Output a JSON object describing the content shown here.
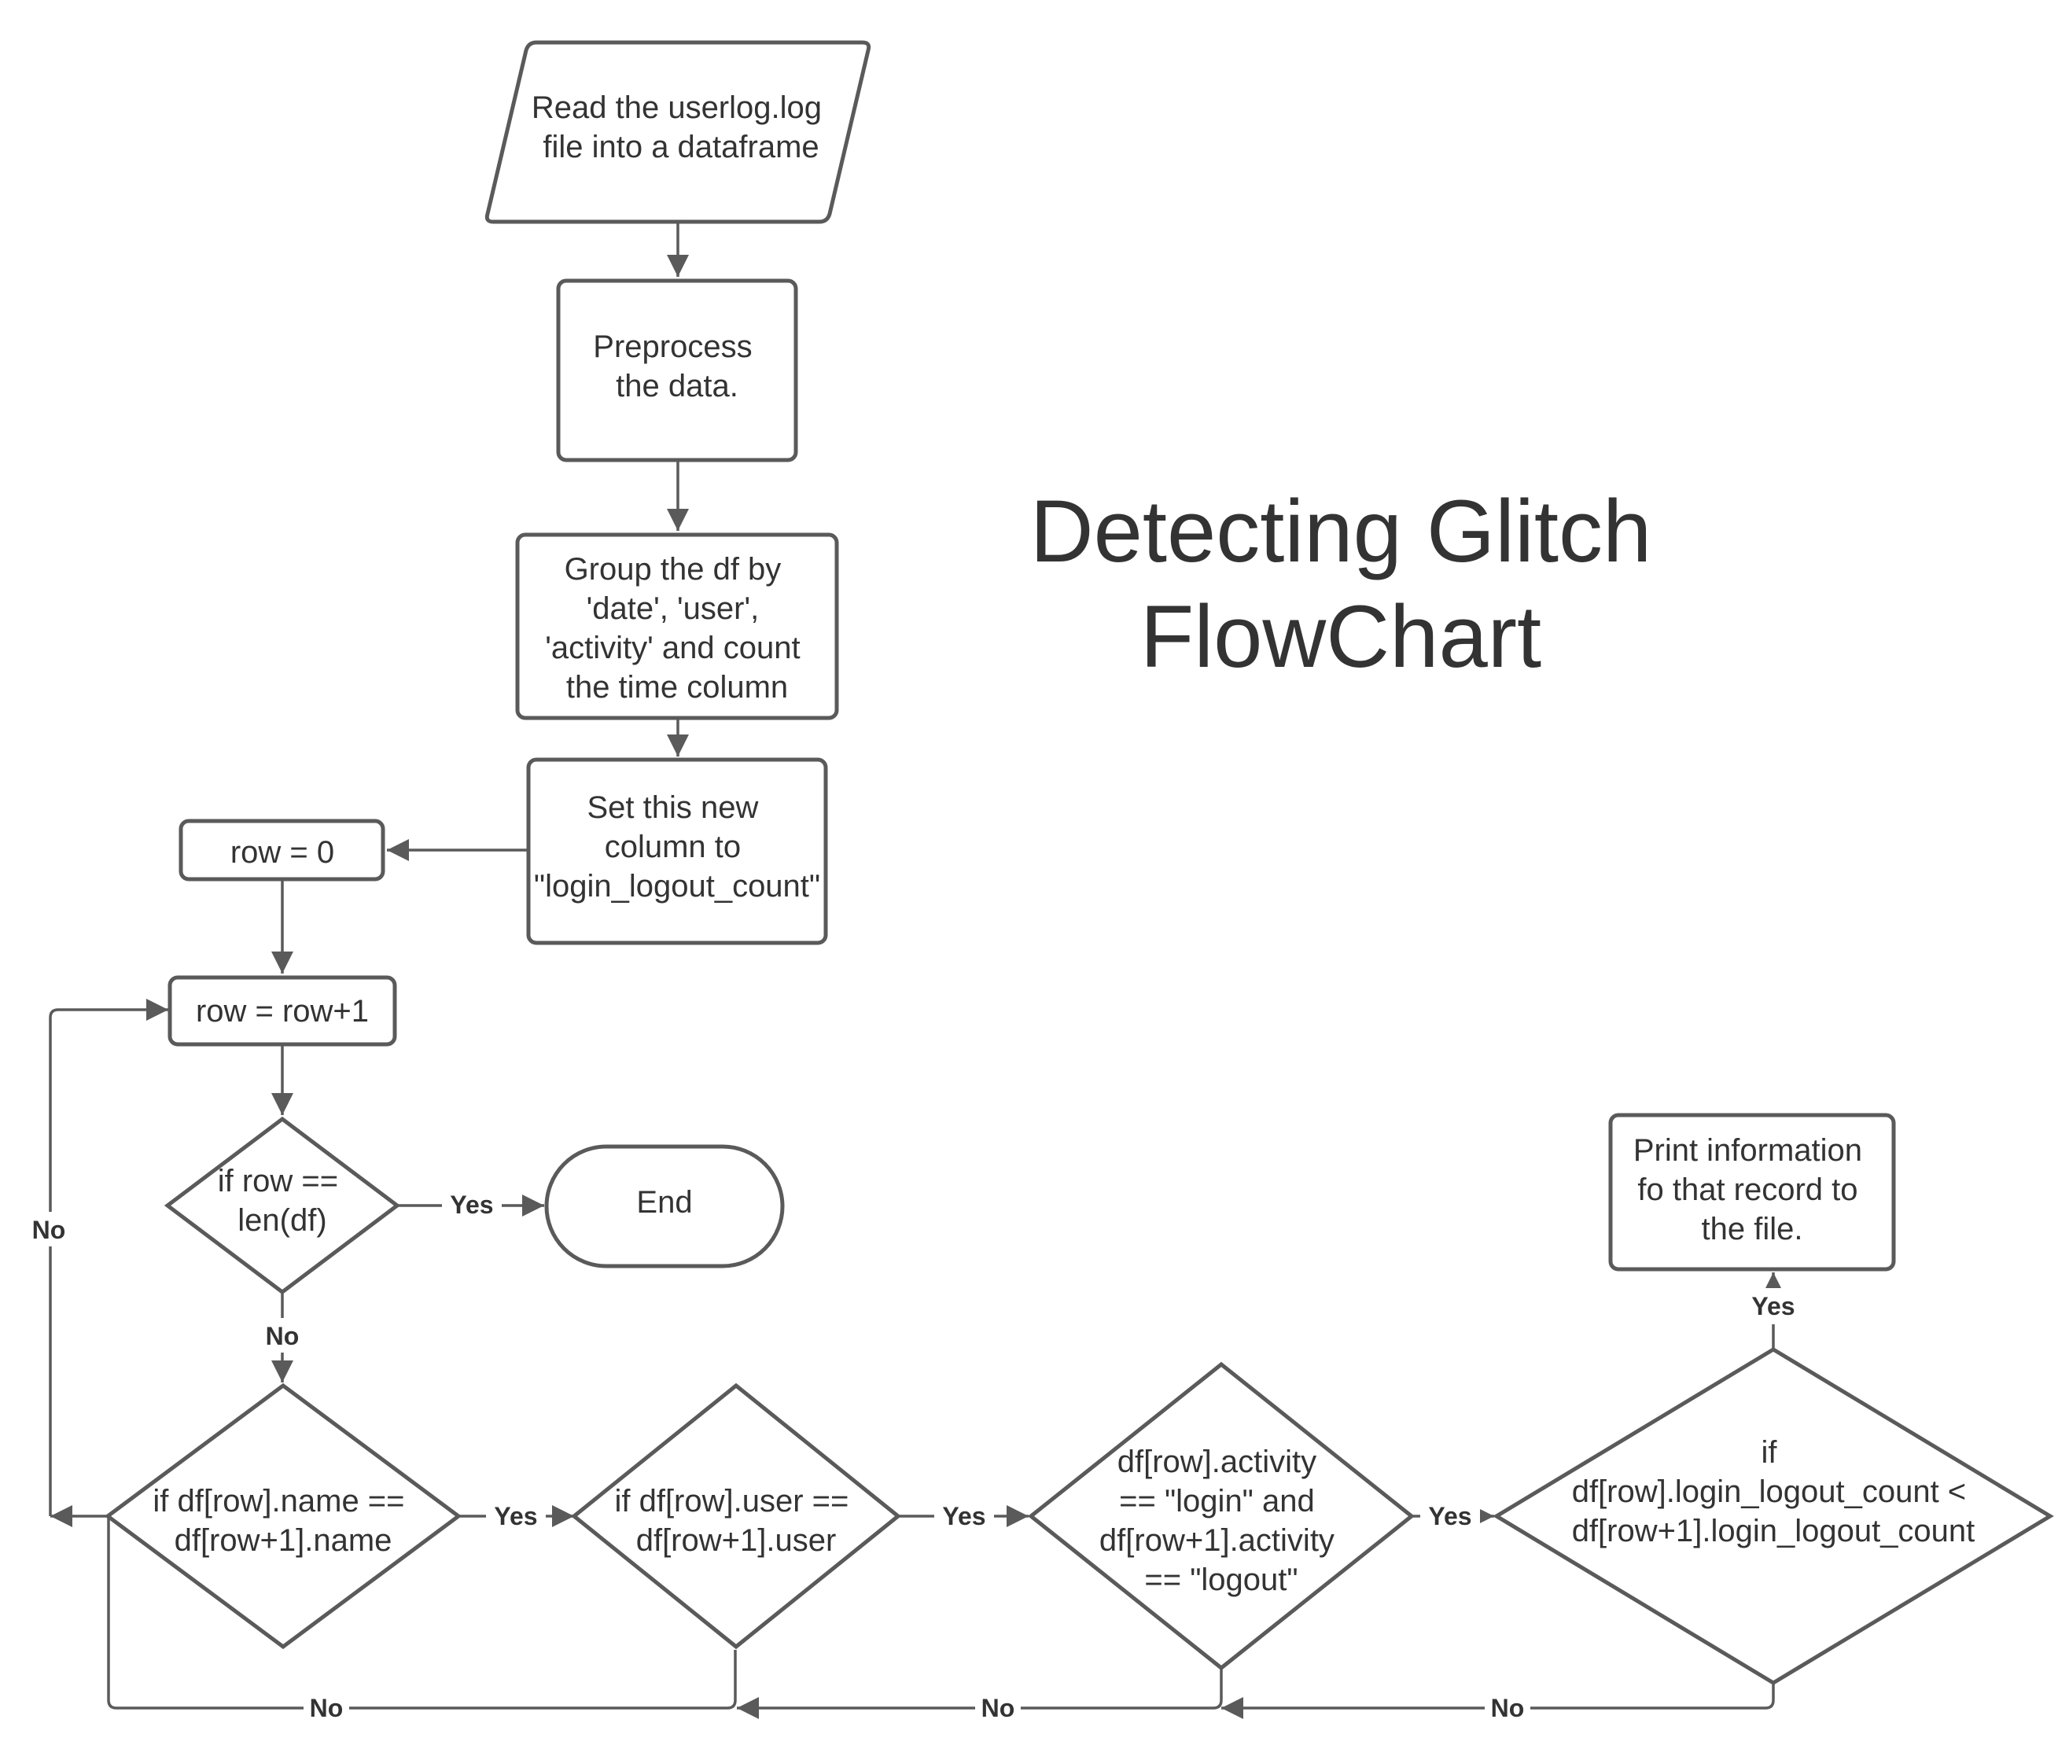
{
  "title": [
    "Detecting Glitch",
    "FlowChart"
  ],
  "nodes": {
    "read_file": {
      "lines": [
        "Read the userlog.log",
        "file into a dataframe"
      ]
    },
    "preprocess": {
      "lines": [
        "Preprocess",
        "the data."
      ]
    },
    "group_df": {
      "lines": [
        "Group the df by",
        "'date', 'user',",
        "'activity' and count",
        "the time column"
      ]
    },
    "set_column": {
      "lines": [
        "Set this new",
        "column to",
        "\"login_logout_count\""
      ]
    },
    "row_zero": {
      "lines": [
        "row = 0"
      ]
    },
    "row_increment": {
      "lines": [
        "row = row+1"
      ]
    },
    "check_end": {
      "lines": [
        "if row ==",
        "len(df)"
      ]
    },
    "end": {
      "lines": [
        "End"
      ]
    },
    "check_name": {
      "lines": [
        "if df[row].name ==",
        "df[row+1].name"
      ]
    },
    "check_user": {
      "lines": [
        "if df[row].user ==",
        "df[row+1].user"
      ]
    },
    "check_activity": {
      "lines": [
        "df[row].activity",
        "== \"login\" and",
        "df[row+1].activity",
        "== \"logout\""
      ]
    },
    "check_count": {
      "lines": [
        "if",
        "df[row].login_logout_count <",
        "df[row+1].login_logout_count"
      ]
    },
    "print_info": {
      "lines": [
        "Print information",
        "fo that record to",
        "the file."
      ]
    }
  },
  "edge_labels": {
    "end_yes": "Yes",
    "end_no": "No",
    "name_yes": "Yes",
    "user_yes": "Yes",
    "activity_yes": "Yes",
    "count_yes": "Yes",
    "loop_no": "No",
    "bottom_no_1": "No",
    "bottom_no_2": "No",
    "bottom_no_3": "No"
  }
}
